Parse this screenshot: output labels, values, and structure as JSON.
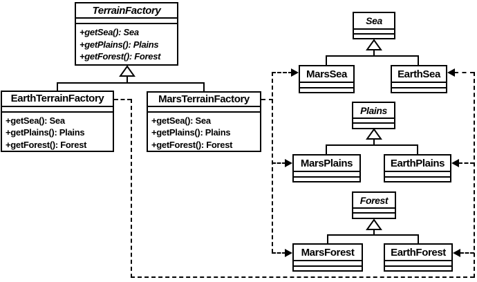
{
  "colors": {
    "line": "#000000",
    "background": "#ffffff",
    "box_fill": "#ffffff",
    "text": "#000000"
  },
  "classes": {
    "terrain_factory": {
      "name": "TerrainFactory",
      "abstract": true,
      "methods": [
        "+getSea(): Sea",
        "+getPlains(): Plains",
        "+getForest(): Forest"
      ]
    },
    "earth_terrain_factory": {
      "name": "EarthTerrainFactory",
      "abstract": false,
      "methods": [
        "+getSea(): Sea",
        "+getPlains(): Plains",
        "+getForest(): Forest"
      ]
    },
    "mars_terrain_factory": {
      "name": "MarsTerrainFactory",
      "abstract": false,
      "methods": [
        "+getSea(): Sea",
        "+getPlains(): Plains",
        "+getForest(): Forest"
      ]
    },
    "sea": {
      "name": "Sea",
      "abstract": true
    },
    "mars_sea": {
      "name": "MarsSea",
      "abstract": false
    },
    "earth_sea": {
      "name": "EarthSea",
      "abstract": false
    },
    "plains": {
      "name": "Plains",
      "abstract": true
    },
    "mars_plains": {
      "name": "MarsPlains",
      "abstract": false
    },
    "earth_plains": {
      "name": "EarthPlains",
      "abstract": false
    },
    "forest": {
      "name": "Forest",
      "abstract": true
    },
    "mars_forest": {
      "name": "MarsForest",
      "abstract": false
    },
    "earth_forest": {
      "name": "EarthForest",
      "abstract": false
    }
  },
  "relationships": {
    "generalizations": [
      {
        "parent": "TerrainFactory",
        "children": [
          "EarthTerrainFactory",
          "MarsTerrainFactory"
        ]
      },
      {
        "parent": "Sea",
        "children": [
          "MarsSea",
          "EarthSea"
        ]
      },
      {
        "parent": "Plains",
        "children": [
          "MarsPlains",
          "EarthPlains"
        ]
      },
      {
        "parent": "Forest",
        "children": [
          "MarsForest",
          "EarthForest"
        ]
      }
    ],
    "dependencies": [
      {
        "from": "MarsTerrainFactory",
        "to": [
          "MarsSea",
          "MarsPlains",
          "MarsForest"
        ],
        "style": "dashed-arrow"
      },
      {
        "from": "EarthTerrainFactory",
        "to": [
          "EarthSea",
          "EarthPlains",
          "EarthForest"
        ],
        "style": "dashed-arrow"
      }
    ]
  }
}
